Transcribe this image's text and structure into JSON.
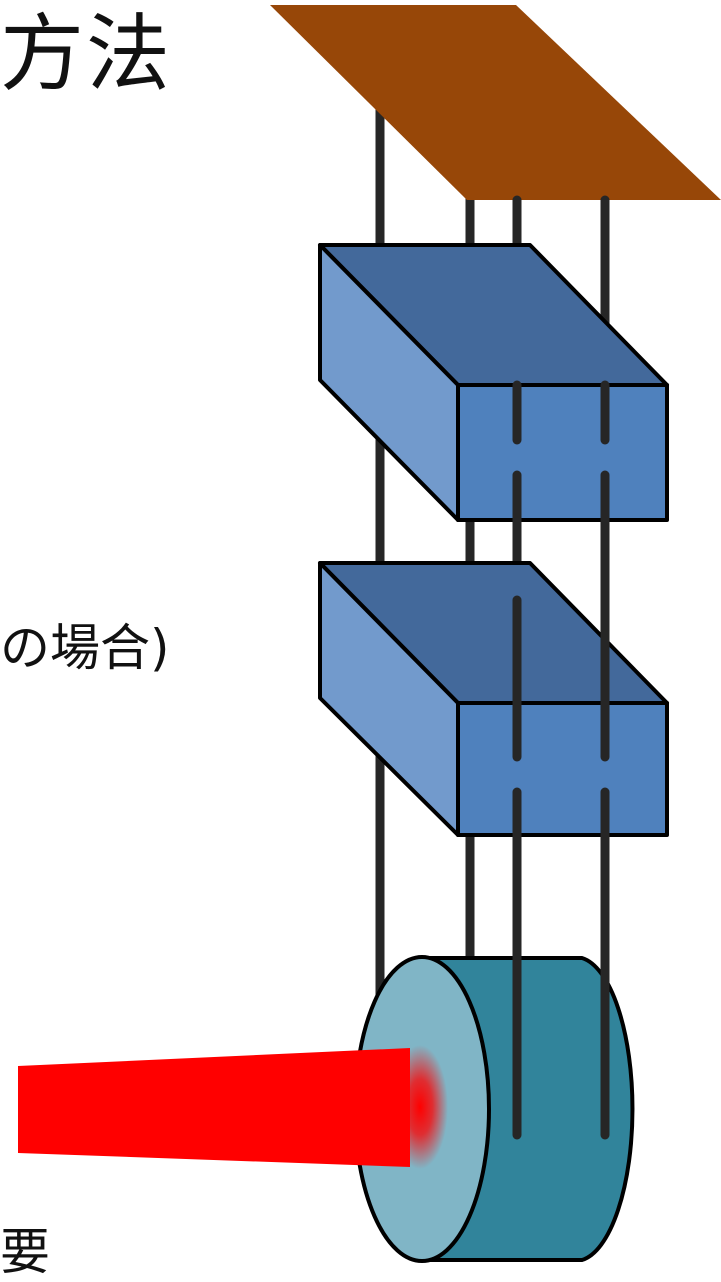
{
  "slide": {
    "title_fragment": "方法",
    "case_fragment": "の場合)",
    "bottom_fragment": "要"
  },
  "diagram": {
    "colors": {
      "ceiling": "#974708",
      "box_top": "#43699b",
      "box_side": "#729acc",
      "box_front": "#4f81bd",
      "wire": "#262626",
      "mass_face": "#80b5c6",
      "mass_body": "#31849b",
      "laser": "#ff0000"
    },
    "icons": [
      "ceiling-plate",
      "suspension-stage-upper",
      "suspension-stage-lower",
      "test-mass",
      "laser-beam"
    ]
  }
}
